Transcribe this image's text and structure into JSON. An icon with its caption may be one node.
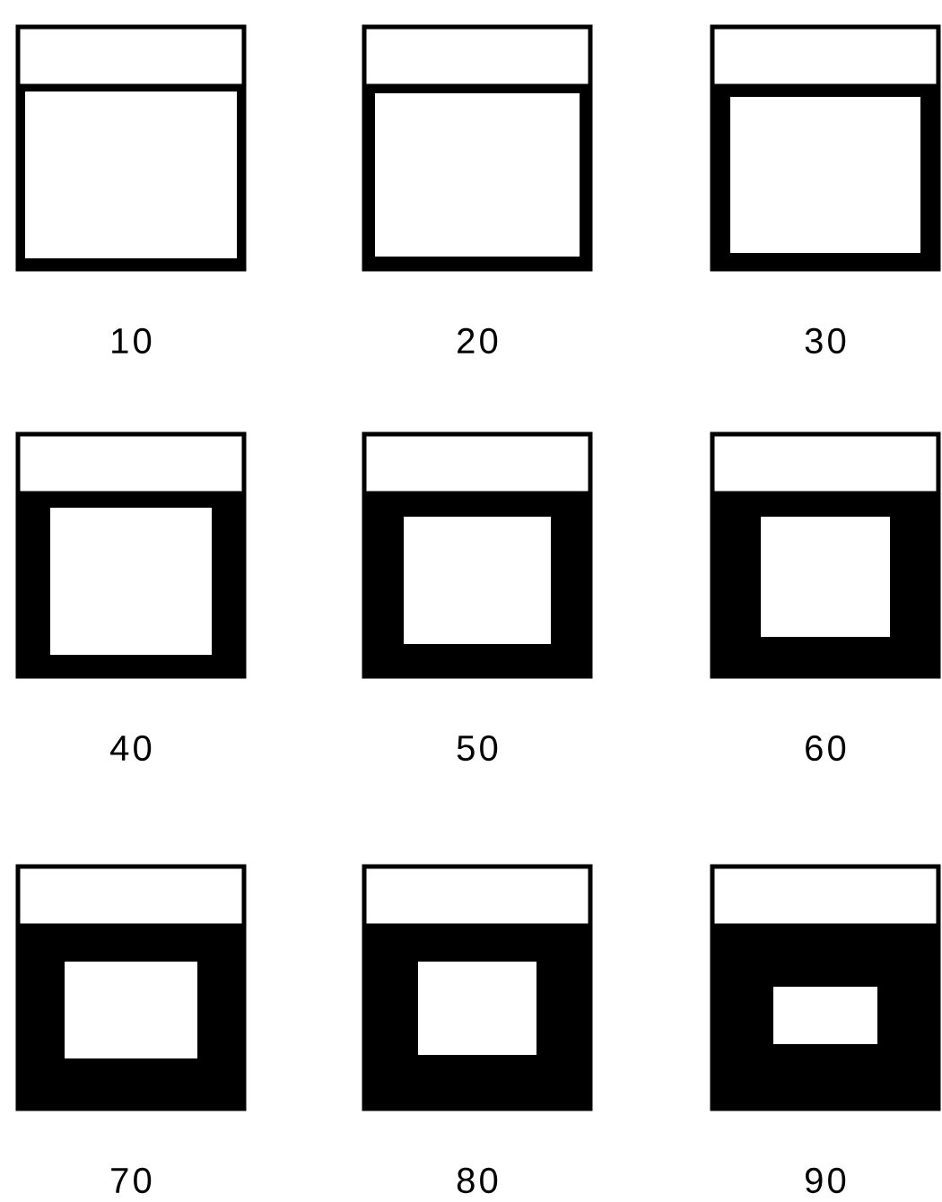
{
  "diagram": {
    "nodes": [
      {
        "text": [],
        "shape": "box",
        "beside": [
          "10"
        ]
      },
      {
        "text": [],
        "shape": "box",
        "beside": [
          "20"
        ]
      },
      {
        "text": [],
        "shape": "box",
        "beside": [
          "30"
        ]
      },
      {
        "text": [],
        "shape": "box",
        "beside": [
          "40"
        ]
      },
      {
        "text": [],
        "shape": "box",
        "beside": [
          "50"
        ]
      },
      {
        "text": [],
        "shape": "box",
        "beside": [
          "60"
        ]
      },
      {
        "text": [],
        "shape": "box",
        "beside": [
          "70"
        ]
      },
      {
        "text": [],
        "shape": "box",
        "beside": [
          "80"
        ]
      },
      {
        "text": [],
        "shape": "box",
        "beside": [
          "90"
        ]
      }
    ]
  }
}
